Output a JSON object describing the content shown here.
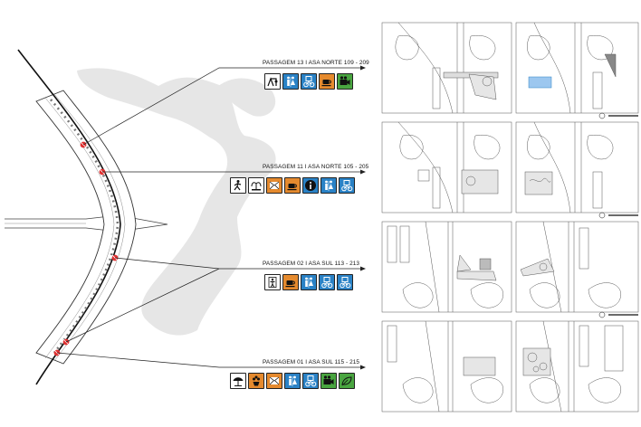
{
  "passages": [
    {
      "label": "PASSAGEM 13 I ASA NORTE 109 - 209",
      "icons": [
        {
          "name": "playground-icon",
          "color": "white"
        },
        {
          "name": "restroom-icon",
          "color": "blue"
        },
        {
          "name": "bike-rack-icon",
          "color": "blue"
        },
        {
          "name": "cafe-icon",
          "color": "orange"
        },
        {
          "name": "cinema-icon",
          "color": "green"
        }
      ]
    },
    {
      "label": "PASSAGEM 11 I ASA NORTE 105 - 205",
      "icons": [
        {
          "name": "sports-icon",
          "color": "white"
        },
        {
          "name": "fountain-icon",
          "color": "white"
        },
        {
          "name": "newsstand-icon",
          "color": "orange"
        },
        {
          "name": "cafe-icon",
          "color": "orange"
        },
        {
          "name": "info-icon",
          "color": "blue"
        },
        {
          "name": "restroom-icon",
          "color": "blue"
        },
        {
          "name": "bike-rack-icon",
          "color": "blue"
        }
      ]
    },
    {
      "label": "PASSAGEM 02 I ASA SUL 113 - 213",
      "icons": [
        {
          "name": "gym-icon",
          "color": "white"
        },
        {
          "name": "cafe-icon",
          "color": "orange"
        },
        {
          "name": "restroom-icon",
          "color": "blue"
        },
        {
          "name": "bike-rack-icon",
          "color": "blue"
        },
        {
          "name": "bike-rack-icon",
          "color": "blue"
        }
      ]
    },
    {
      "label": "PASSAGEM 01 I ASA SUL 115 - 215",
      "icons": [
        {
          "name": "shelter-icon",
          "color": "white"
        },
        {
          "name": "flower-market-icon",
          "color": "orange"
        },
        {
          "name": "newsstand-icon",
          "color": "orange"
        },
        {
          "name": "restroom-icon",
          "color": "blue"
        },
        {
          "name": "bike-rack-icon",
          "color": "blue"
        },
        {
          "name": "cinema-icon",
          "color": "green"
        },
        {
          "name": "garden-icon",
          "color": "green"
        }
      ]
    }
  ],
  "colors": {
    "white": "#ffffff",
    "blue": "#2a82c6",
    "orange": "#e58a2e",
    "green": "#49a540",
    "marker": "#e23030",
    "lake": "#e6e6e6"
  }
}
